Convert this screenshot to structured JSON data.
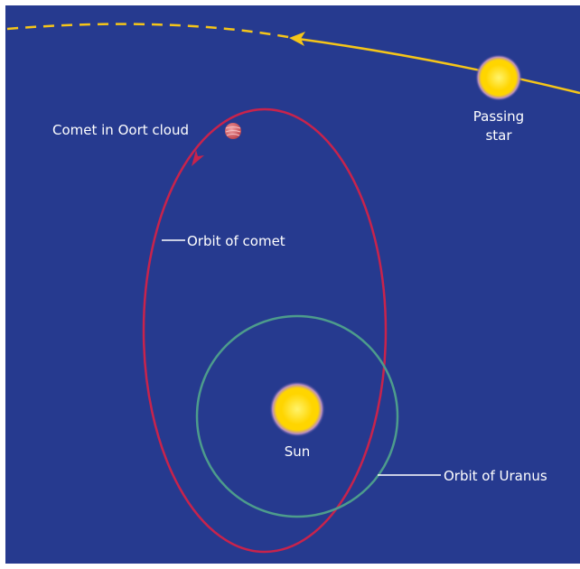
{
  "labels": {
    "comet": "Comet in Oort cloud",
    "comet_orbit": "Orbit of comet",
    "uranus_orbit": "Orbit of Uranus",
    "sun": "Sun",
    "passing_star_line1": "Passing",
    "passing_star_line2": "star"
  },
  "colors": {
    "background": "#263a8f",
    "comet_orbit": "#c8234c",
    "uranus_orbit": "#4d9c8c",
    "star_path": "#f5c519",
    "sun_core": "#ffd500",
    "comet_body": "#d35a63",
    "label": "#ffffff"
  }
}
